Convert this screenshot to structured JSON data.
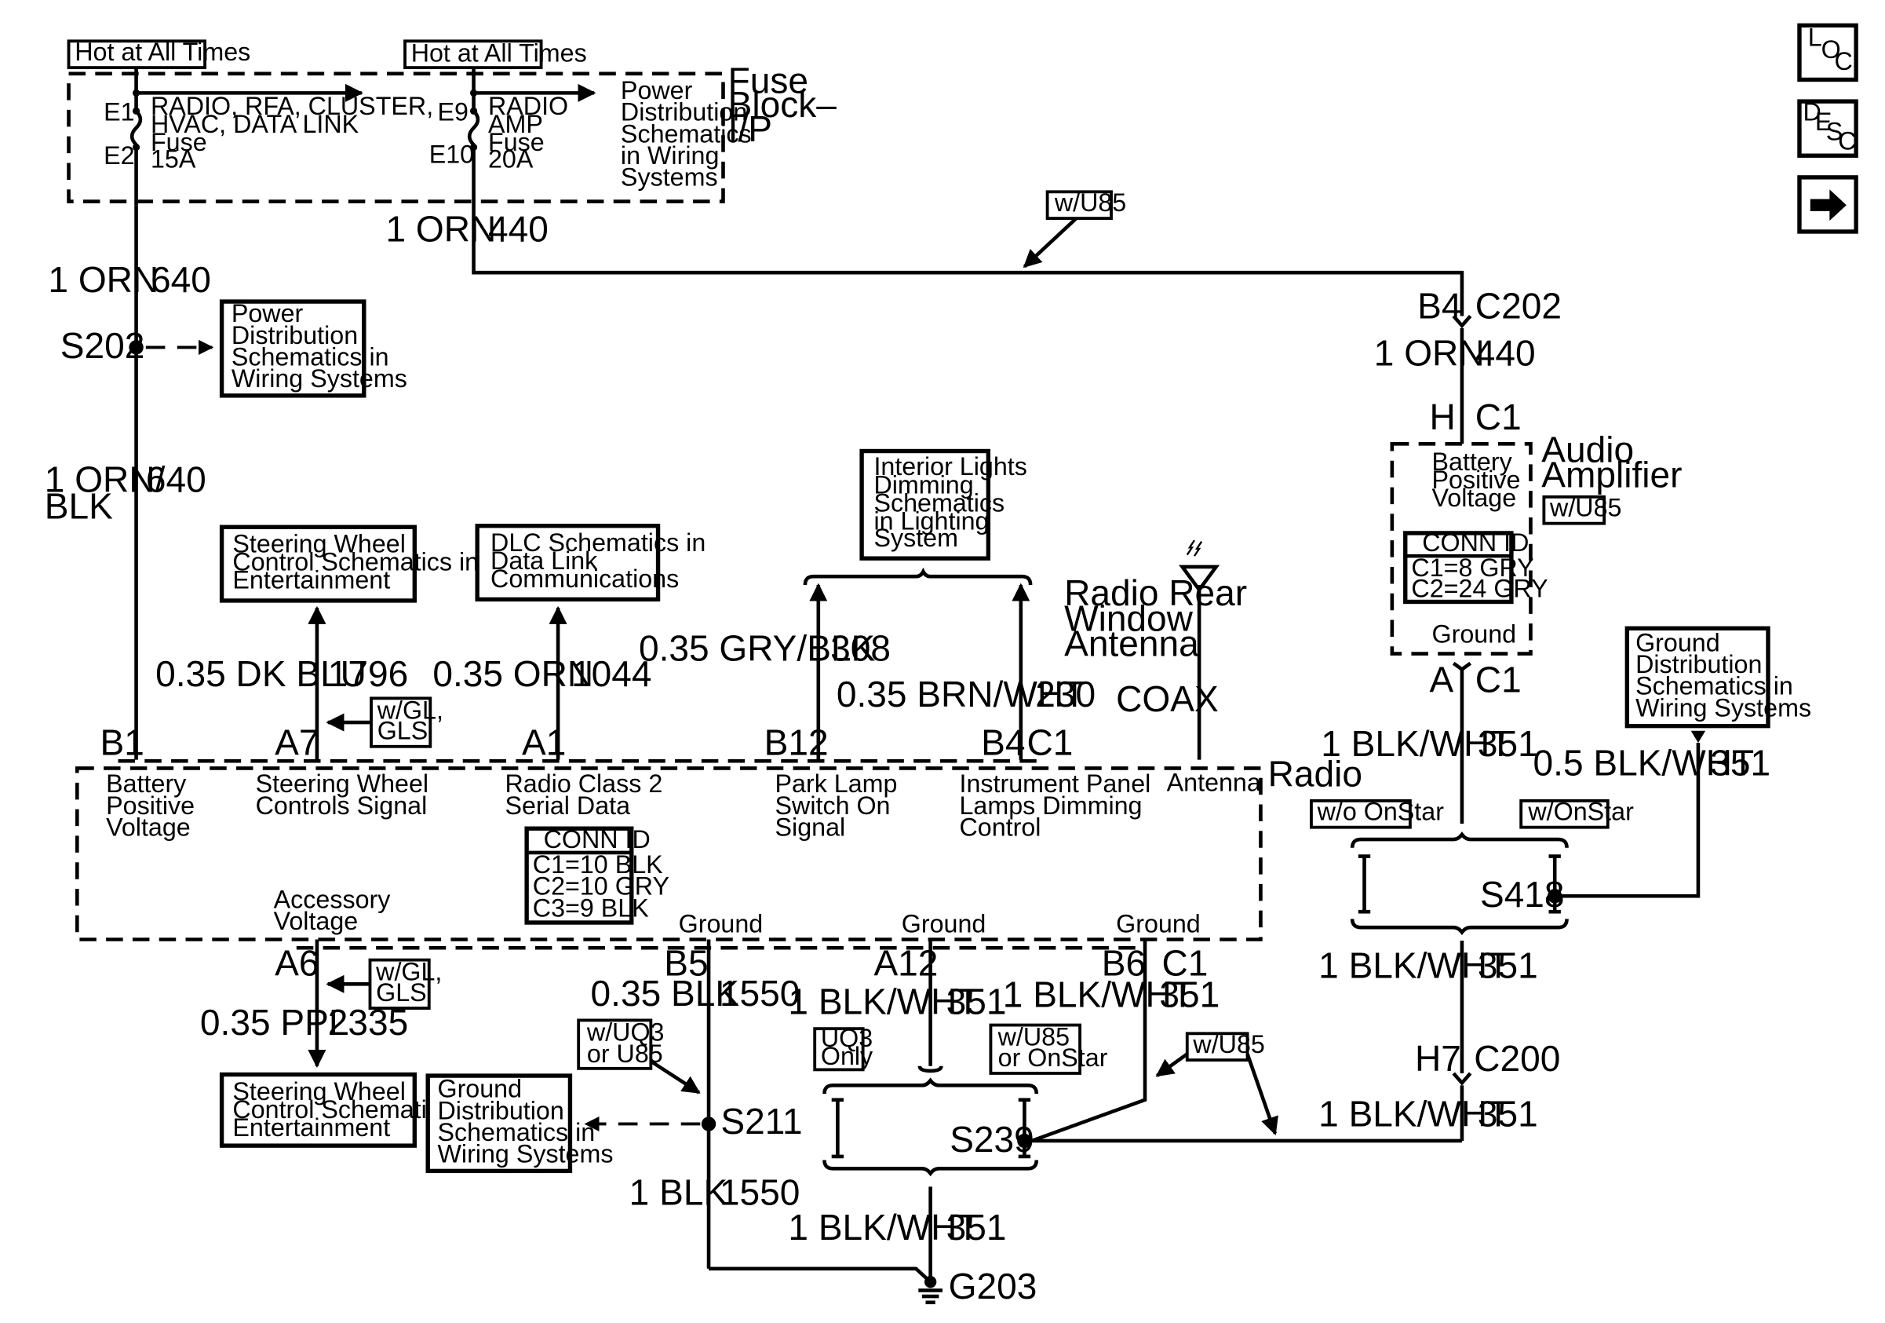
{
  "fuse_block": {
    "hot1": "Hot at All Times",
    "hot2": "Hot at All Times",
    "e1": "E1",
    "e2": "E2",
    "e9": "E9",
    "e10": "E10",
    "fuse1_line1": "RADIO, RFA, CLUSTER,",
    "fuse1_line2": "HVAC, DATA LINK",
    "fuse1_line3": "Fuse",
    "fuse1_line4": "15A",
    "fuse2_line1": "RADIO",
    "fuse2_line2": "AMP",
    "fuse2_line3": "Fuse",
    "fuse2_line4": "20A",
    "pd_line1": "Power",
    "pd_line2": "Distribution",
    "pd_line3": "Schematics",
    "pd_line4": "in Wiring",
    "pd_line5": "Systems",
    "title1": "Fuse",
    "title2": "Block–",
    "title3": "I/P"
  },
  "wires": {
    "w440_top_color": "1 ORN",
    "w440_top_circuit": "440",
    "w640_color": "1 ORN",
    "w640_circuit": "640",
    "s202": "S202",
    "w640blk_color1": "1 ORN/",
    "w640blk_color2": "BLK",
    "w640blk_circuit": "640",
    "w1796_color": "0.35 DK BLU",
    "w1796_circuit": "1796",
    "w1044_color": "0.35 ORN",
    "w1044_circuit": "1044",
    "w308_color": "0.35 GRY/BLK",
    "w308_circuit": "308",
    "w230_color": "0.35 BRN/WHT",
    "w230_circuit": "230",
    "coax": "COAX",
    "w2335_color": "0.35 PPL",
    "w2335_circuit": "2335",
    "w1550_color": "0.35 BLK",
    "w1550_circuit": "1550",
    "w351a_color": "1 BLK/WHT",
    "w351a_circuit": "351",
    "w351b_color": "1 BLK/WHT",
    "w351b_circuit": "351",
    "s211": "S211",
    "s239": "S239",
    "w1550b_color": "1 BLK",
    "w1550b_circuit": "1550",
    "w351c_color": "1 BLK/WHT",
    "w351c_circuit": "351",
    "g203": "G203"
  },
  "right_side": {
    "b4": "B4",
    "c202": "C202",
    "w440_color": "1 ORN",
    "w440_circuit": "440",
    "h": "H",
    "c1_top": "C1",
    "amp_bpv1": "Battery",
    "amp_bpv2": "Positive",
    "amp_bpv3": "Voltage",
    "amp_conn_id": "CONN ID",
    "amp_c1": "C1=8 GRY",
    "amp_c2": "C2=24 GRY",
    "amp_ground": "Ground",
    "amp_title1": "Audio",
    "amp_title2": "Amplifier",
    "amp_opt": "w/U85",
    "a": "A",
    "c1_bottom": "C1",
    "w351_color1": "1 BLK/WHT",
    "w351_circuit1": "351",
    "w351_color2": "0.5 BLK/WHT",
    "w351_circuit2": "351",
    "gd1": "Ground",
    "gd2": "Distribution",
    "gd3": "Schematics in",
    "gd4": "Wiring Systems",
    "wo_onstar": "w/o OnStar",
    "w_onstar": "w/OnStar",
    "s418": "S418",
    "w351_color3": "1 BLK/WHT",
    "w351_circuit3": "351",
    "h7": "H7",
    "c200": "C200",
    "w351_color4": "1 BLK/WHT",
    "w351_circuit4": "351",
    "wu85_top": "w/U85",
    "wu85_mid": "w/U85"
  },
  "refs": {
    "pd2_l1": "Power",
    "pd2_l2": "Distribution",
    "pd2_l3": "Schematics in",
    "pd2_l4": "Wiring Systems",
    "swc_l1": "Steering Wheel",
    "swc_l2": "Control Schematics in",
    "swc_l3": "Entertainment",
    "dlc_l1": "DLC Schematics in",
    "dlc_l2": "Data Link",
    "dlc_l3": "Communications",
    "il_l1": "Interior Lights",
    "il_l2": "Dimming",
    "il_l3": "Schematics",
    "il_l4": "in Lighting",
    "il_l5": "System",
    "ant_l1": "Radio Rear",
    "ant_l2": "Window",
    "ant_l3": "Antenna",
    "swc2_l1": "Steering Wheel",
    "swc2_l2": "Control Schematics in",
    "swc2_l3": "Entertainment",
    "gd_l1": "Ground",
    "gd_l2": "Distribution",
    "gd_l3": "Schematics in",
    "gd_l4": "Wiring Systems"
  },
  "radio": {
    "title": "Radio",
    "b1": "B1",
    "a7": "A7",
    "a1": "A1",
    "b12": "B12",
    "b4": "B4",
    "c1": "C1",
    "a6": "A6",
    "b5": "B5",
    "a12": "A12",
    "b6": "B6",
    "c1b": "C1",
    "bpv1": "Battery",
    "bpv2": "Positive",
    "bpv3": "Voltage",
    "swc1": "Steering Wheel",
    "swc2": "Controls Signal",
    "rc1": "Radio Class 2",
    "rc2": "Serial Data",
    "pl1": "Park Lamp",
    "pl2": "Switch On",
    "pl3": "Signal",
    "ip1": "Instrument Panel",
    "ip2": "Lamps Dimming",
    "ip3": "Control",
    "antenna": "Antenna",
    "conn_id": "CONN ID",
    "c1_id": "C1=10 BLK",
    "c2_id": "C2=10 GRY",
    "c3_id": "C3=9 BLK",
    "av1": "Accessory",
    "av2": "Voltage",
    "gnd1": "Ground",
    "gnd2": "Ground",
    "gnd3": "Ground",
    "opt_glgls1a": "w/GL,",
    "opt_glgls1b": "GLS",
    "opt_glgls2a": "w/GL,",
    "opt_glgls2b": "GLS",
    "opt_uq3a": "w/UQ3",
    "opt_uq3b": "or U85",
    "opt_uq3only_a": "UQ3",
    "opt_uq3only_b": "Only",
    "opt_u85onstar_a": "w/U85",
    "opt_u85onstar_b": "or OnStar"
  },
  "nav": {
    "loc": [
      "L",
      "O",
      "C"
    ],
    "desc": [
      "D",
      "E",
      "S",
      "C"
    ],
    "next_icon": "right-arrow-icon"
  }
}
